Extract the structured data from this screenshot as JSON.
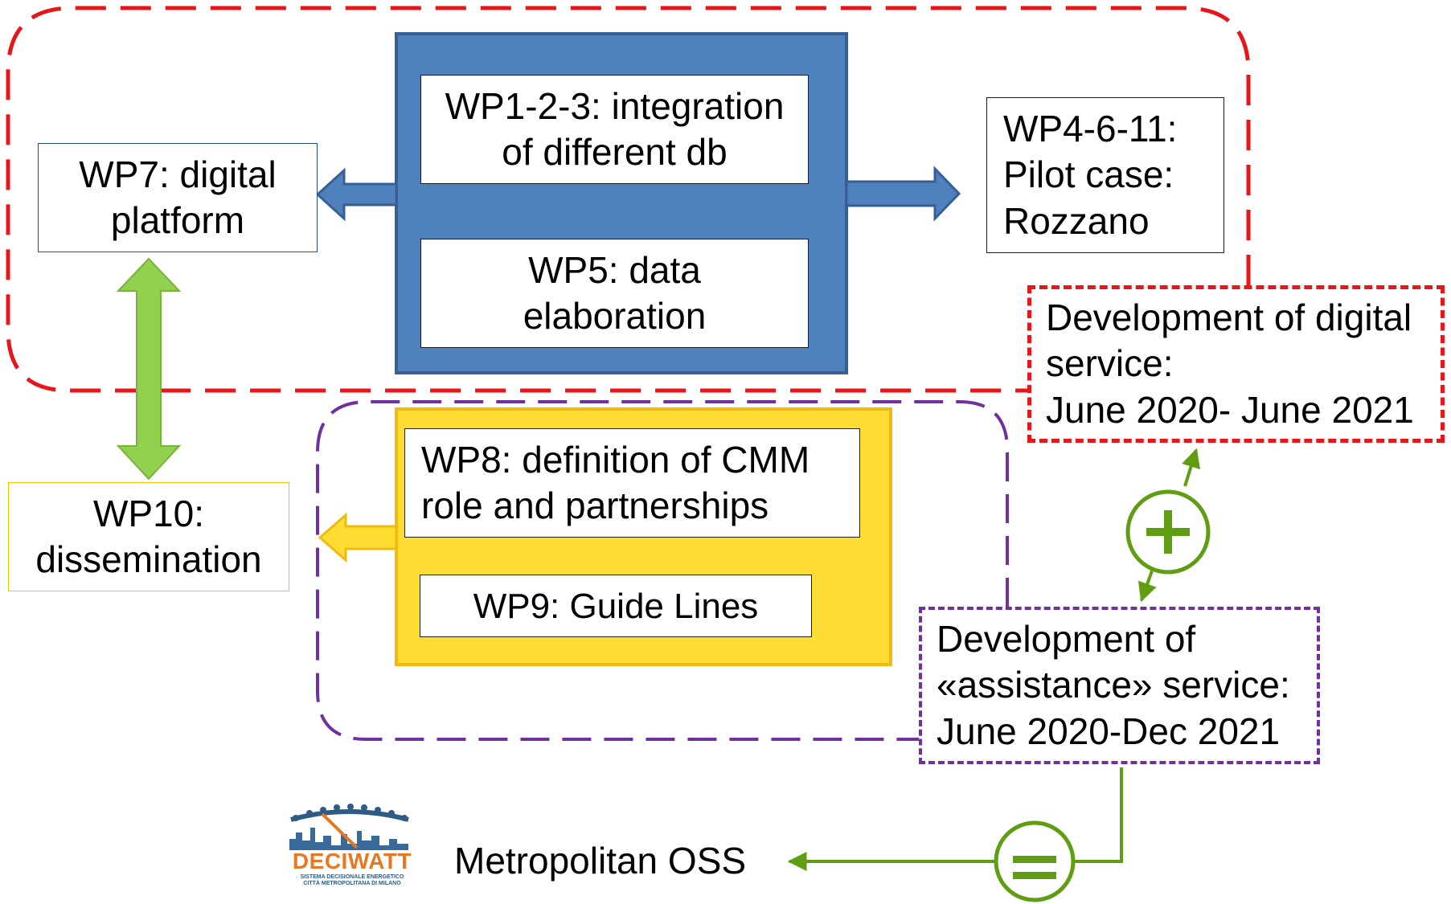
{
  "colors": {
    "digital_border": "#e8161a",
    "assistance_border": "#7030a0",
    "blue_block": "#4f81bd",
    "blue_block_border": "#375f94",
    "yellow_block": "#ffdd33",
    "yellow_block_border": "#f2b90f",
    "green_arrow": "#92d050",
    "green_line": "#5f9e12",
    "wp7_border": "#1f4e8c",
    "wp10_border": "#f5c200"
  },
  "boxes": {
    "wp123": "WP1-2-3: integration\nof different db",
    "wp5": "WP5: data\nelaboration",
    "wp7": "WP7: digital\nplatform",
    "wp4611": "WP4-6-11:\nPilot case:\nRozzano",
    "wp8": "WP8: definition of CMM\nrole and partnerships",
    "wp9": "WP9: Guide Lines",
    "wp10": "WP10:\ndissemination",
    "digital_service": "Development of digital\nservice:\nJune 2020- June 2021",
    "assistance_service": "Development of\n«assistance» service:\nJune 2020-Dec 2021",
    "metropolitan_oss": "Metropolitan OSS"
  },
  "symbols": {
    "plus": "+",
    "equals": "="
  },
  "logo": {
    "name": "DECIWATT",
    "line1": "SISTEMA DECISIONALE ENERGETICO",
    "line2": "CITTÀ METROPOLITANA DI MILANO"
  }
}
